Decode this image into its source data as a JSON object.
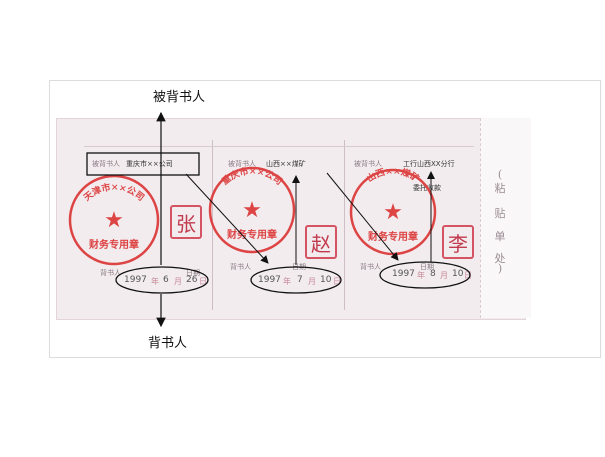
{
  "annotations": {
    "endorsee": "被背书人",
    "endorser": "背书人"
  },
  "sections": [
    {
      "endorsee_label": "被背书人",
      "endorsee_value": "重庆市××公司",
      "seal_arc": "天津市××公司",
      "seal_bottom": "财务专用章",
      "stamp_char": "张",
      "endorser_label": "背书人",
      "date_label": "日期",
      "date": {
        "year": "1997",
        "month": "6",
        "day": "26"
      }
    },
    {
      "endorsee_label": "被背书人",
      "endorsee_value": "山西××煤矿",
      "seal_arc": "重庆市××公司",
      "seal_bottom": "财务专用章",
      "stamp_char": "赵",
      "endorser_label": "背书人",
      "date_label": "日期",
      "date": {
        "year": "1997",
        "month": "7",
        "day": "10"
      }
    },
    {
      "endorsee_label": "被背书人",
      "endorsee_value": "工行山西XX分行",
      "extra_note": "委托收款",
      "seal_arc": "山西××煤矿",
      "seal_bottom": "财务专用章",
      "stamp_char": "李",
      "endorser_label": "背书人",
      "date_label": "日期",
      "date": {
        "year": "1997",
        "month": "8",
        "day": "10"
      }
    }
  ],
  "date_units": {
    "year": "年",
    "month": "月",
    "day": "日"
  },
  "paste_strip": [
    "(",
    "粘",
    "贴",
    "单",
    "处",
    ")"
  ],
  "colors": {
    "seal": "#d44444",
    "paper": "#f2ecef"
  }
}
